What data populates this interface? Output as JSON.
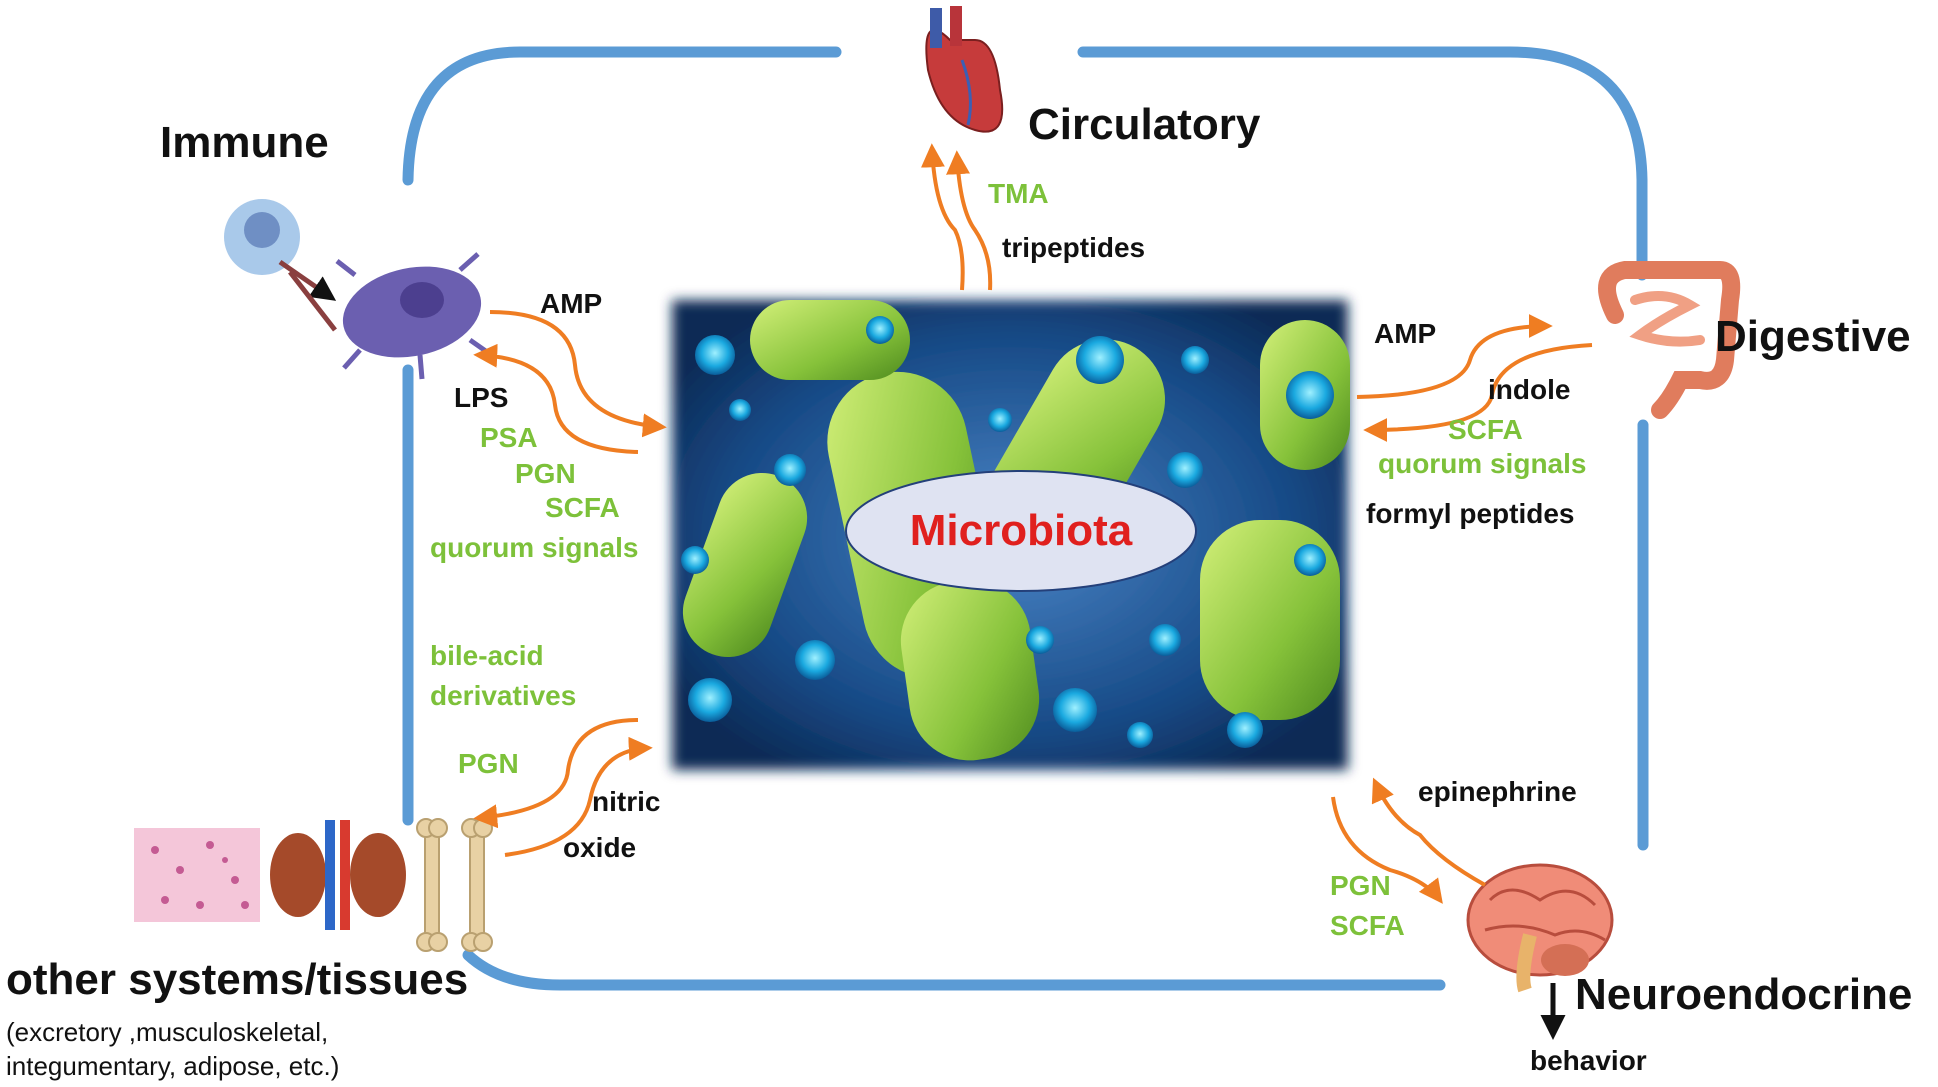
{
  "center": {
    "label": "Microbiota"
  },
  "systems": {
    "immune": "Immune",
    "circulatory": "Circulatory",
    "digestive": "Digestive",
    "neuroendocrine": "Neuroendocrine",
    "other": "other systems/tissues",
    "other_sub_line1": "(excretory ,musculoskeletal,",
    "other_sub_line2": "integumentary,  adipose, etc.)"
  },
  "immune_signals": {
    "to_microbiota": [
      "AMP"
    ],
    "from_microbiota_black": [
      "LPS"
    ],
    "from_microbiota_green": [
      "PSA",
      "PGN",
      "SCFA",
      "quorum signals"
    ]
  },
  "circulatory_signals": {
    "green": "TMA",
    "black": "tripeptides"
  },
  "digestive_signals": {
    "to_digestive": "AMP",
    "from_digestive_black": [
      "indole",
      "formyl peptides"
    ],
    "from_digestive_green": [
      "SCFA",
      "quorum signals"
    ]
  },
  "neuroendocrine_signals": {
    "black": "epinephrine",
    "green": [
      "PGN",
      "SCFA"
    ],
    "outcome": "behavior"
  },
  "other_signals": {
    "green": [
      "bile-acid",
      "derivatives",
      "PGN"
    ],
    "black": [
      "nitric",
      "oxide"
    ]
  },
  "colors": {
    "loop": "#5b9bd5",
    "arrow": "#ef7d22",
    "green_text": "#7dc13a",
    "center_text": "#e0201e",
    "ellipse": "#dfe3f2"
  },
  "icons": [
    "immune-cell-icon",
    "heart-icon",
    "intestine-icon",
    "brain-icon",
    "tissue-icon",
    "kidney-icon",
    "bone-icon"
  ]
}
